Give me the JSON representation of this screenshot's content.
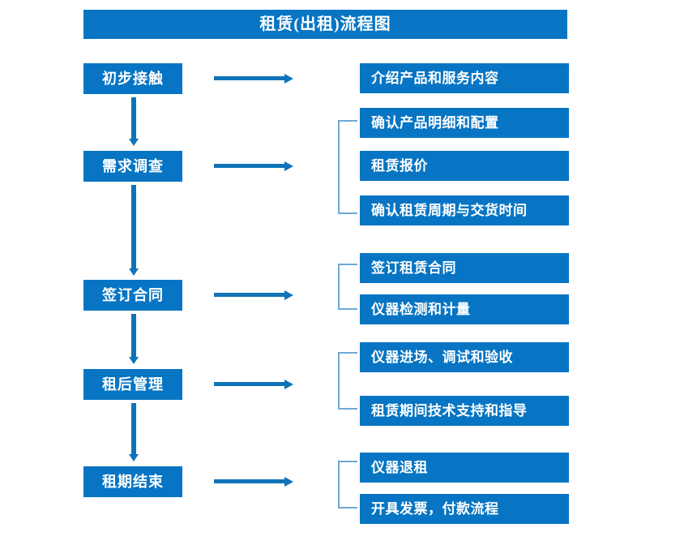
{
  "chart": {
    "title": "租赁(出租)流程图",
    "accent_color": "#0775C3",
    "arrow_color": "#1073B8",
    "bracket_color": "#6FA8D4",
    "text_color": "#FFFFFF"
  },
  "stages": [
    {
      "label": "初步接触"
    },
    {
      "label": "需求调查"
    },
    {
      "label": "签订合同"
    },
    {
      "label": "租后管理"
    },
    {
      "label": "租期结束"
    }
  ],
  "details": [
    {
      "label": "介绍产品和服务内容"
    },
    {
      "label": "确认产品明细和配置"
    },
    {
      "label": "租赁报价"
    },
    {
      "label": "确认租赁周期与交货时间"
    },
    {
      "label": "签订租赁合同"
    },
    {
      "label": "仪器检测和计量"
    },
    {
      "label": "仪器进场、调试和验收"
    },
    {
      "label": "租赁期间技术支持和指导"
    },
    {
      "label": "仪器退租"
    },
    {
      "label": "开具发票，付款流程"
    }
  ]
}
